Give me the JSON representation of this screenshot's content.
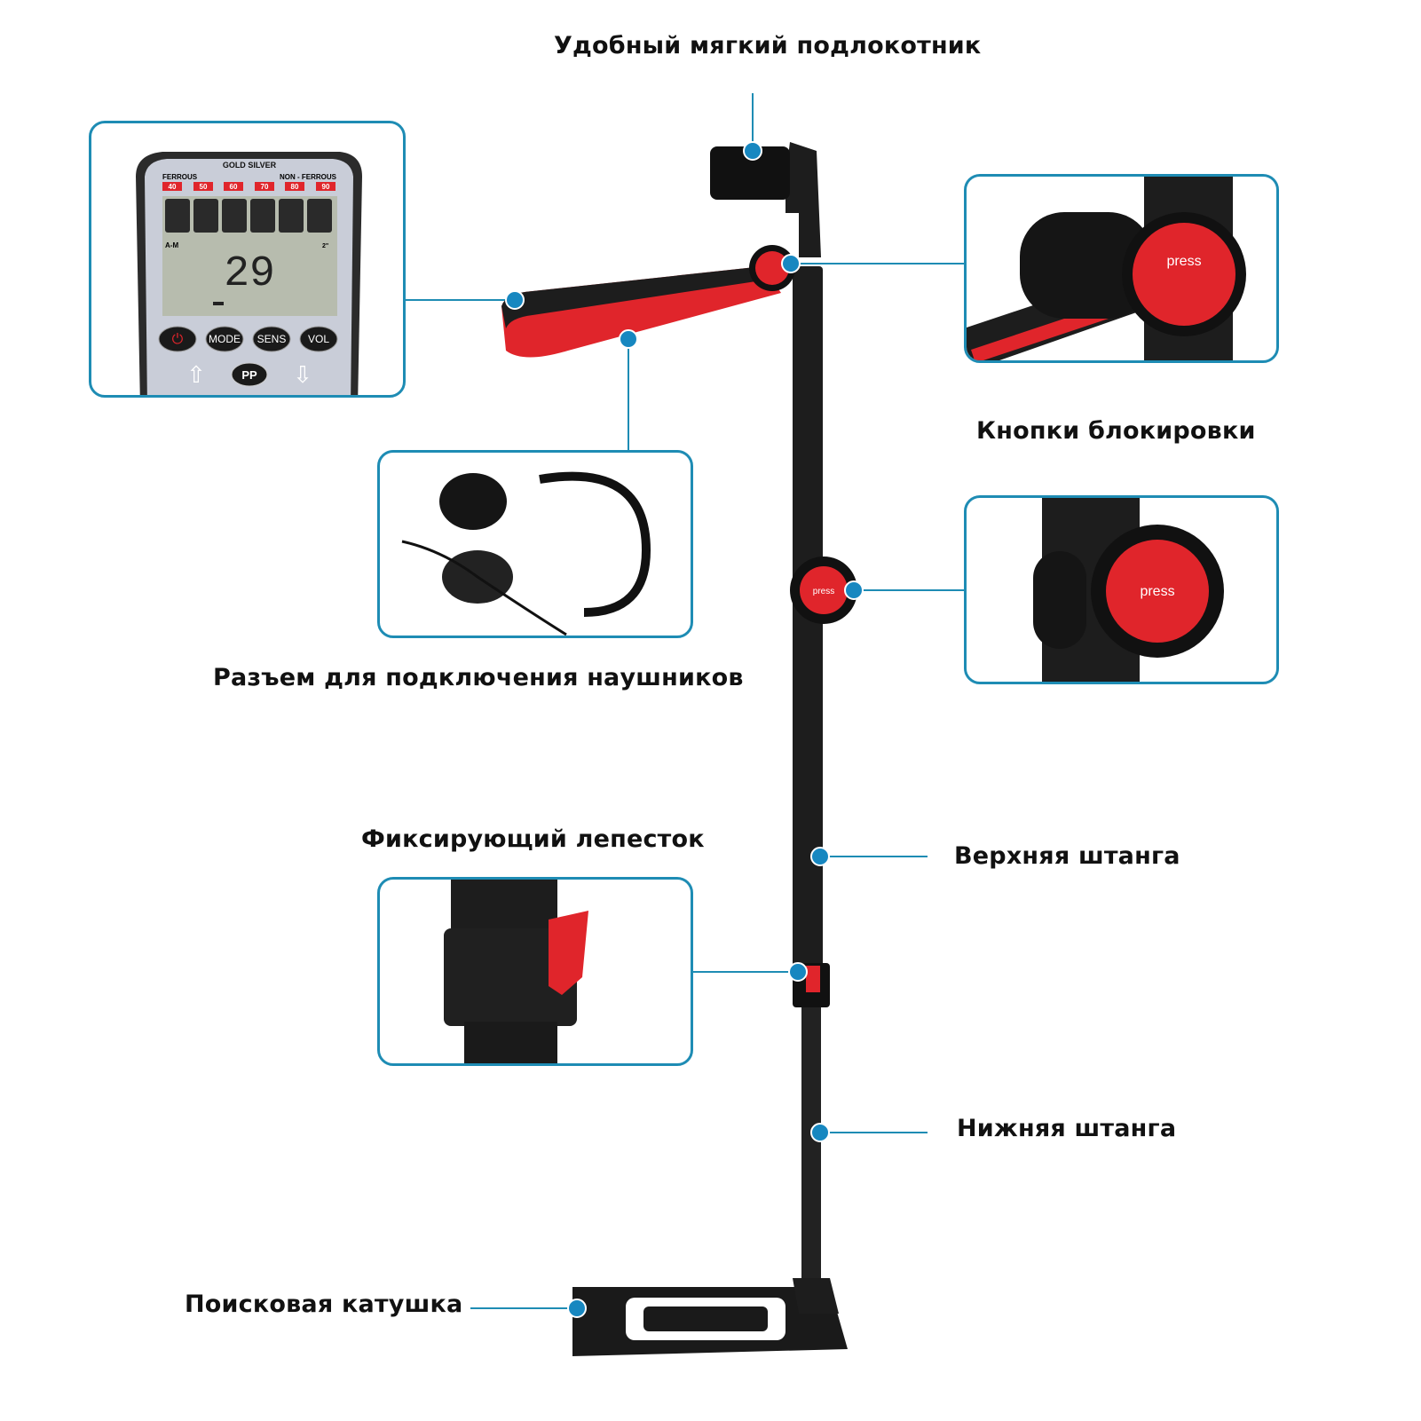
{
  "labels": {
    "armrest": "Удобный мягкий подлокотник",
    "lock_buttons": "Кнопки блокировки",
    "headphone_jack": "Разъем для подключения наушников",
    "latch": "Фиксирующий лепесток",
    "upper_shaft": "Верхняя штанга",
    "lower_shaft": "Нижняя штанга",
    "search_coil": "Поисковая катушка"
  },
  "display": {
    "gold": "GOLD",
    "silver": "SILVER",
    "ferrous": "FERROUS",
    "non_ferrous": "NON - FERROUS",
    "scale": [
      "40",
      "50",
      "60",
      "70",
      "80",
      "90"
    ],
    "mode_indicator": "A-M",
    "reading": "29",
    "depth": "2\"",
    "buttons": {
      "mode": "MODE",
      "sens": "SENS",
      "vol": "VOL",
      "pp": "PP"
    }
  },
  "lock_button_text": "press",
  "colors": {
    "frame": "#1e8cb4",
    "accent": "#e0252b",
    "body": "#1c1c1c"
  }
}
